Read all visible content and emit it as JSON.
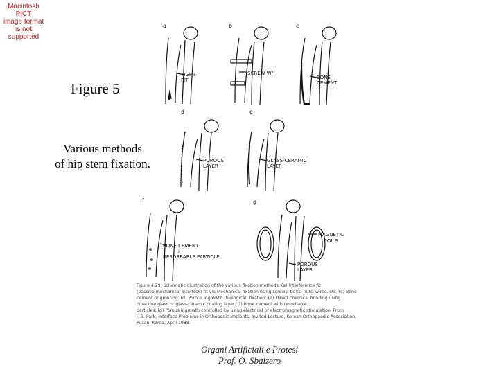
{
  "placeholder": {
    "line1": "Macintosh PICT",
    "line2": "image format",
    "line3": "is not supported",
    "color": "#d21e1e"
  },
  "slide": {
    "title": "Figure 5",
    "caption_line1": "Various methods",
    "caption_line2": "of hip stem fixation."
  },
  "figure": {
    "panel_letters": [
      "a",
      "b",
      "c",
      "d",
      "e",
      "f",
      "g"
    ],
    "labels": {
      "tight_fit_1": "TIGHT",
      "tight_fit_2": "FIT",
      "screw": "SCREW W/",
      "bone_cement_c1": "BONE",
      "bone_cement_c2": "CEMENT",
      "porous_1": "POROUS",
      "porous_2": "LAYER",
      "glass_1": "GLASS-CERAMIC",
      "glass_2": "LAYER",
      "bone_cement_f": "BONE CEMENT",
      "plus": "+",
      "resorbable": "RESORBABLE PARTICLE",
      "magnetic_1": "MAGNETIC",
      "magnetic_2": "COILS",
      "porous_g1": "POROUS",
      "porous_g2": "LAYER"
    },
    "caption_lines": [
      "Figure 4.29. Schematic illustration of the various fixation methods: (a) Interference fit",
      "(passive mechanical interlock) fit via Mechanical fixation using screws, bolts, nuts, wires, etc. (c) Bone",
      "cement or grouting; (d) Porous ingrowth (biological) fixation; (e) Direct chemical bonding using",
      "bioactive glass or glass-ceramic coating layer; (f) Bone cement with resorbable",
      "particles; (g) Porous ingrowth controlled by using electrical or electromagnetic stimulation. From",
      "J. B. Park, Interface Problems in Orthopedic Implants, Invited Lecture, Korean Orthopaedic Association,",
      "Pusan, Korea, April 1988."
    ]
  },
  "footer": {
    "line1": "Organi Artificiali e Protesi",
    "line2": "Prof. O. Sbaizero"
  }
}
